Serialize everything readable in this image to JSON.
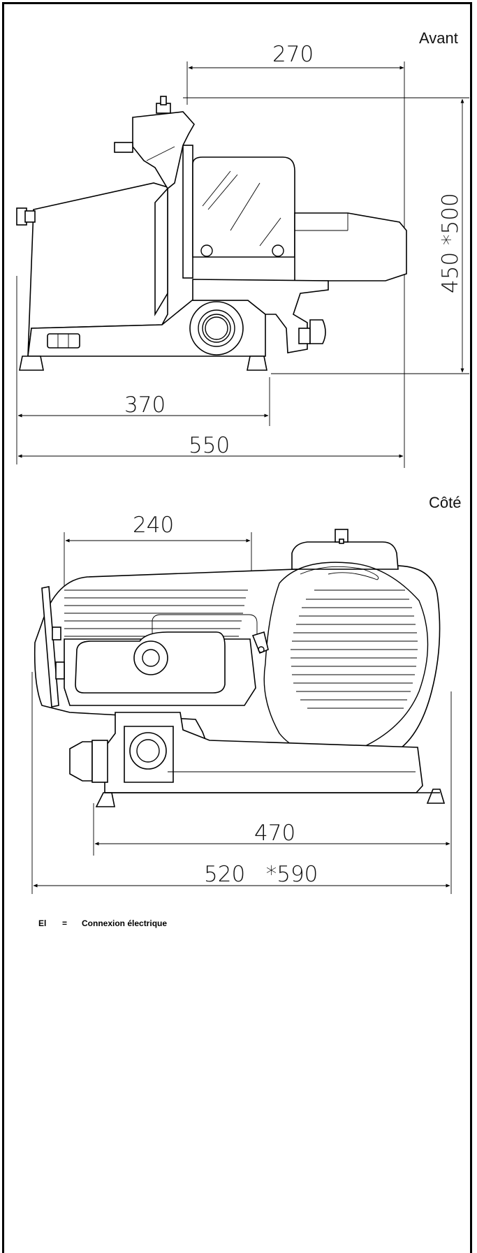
{
  "views": {
    "front": {
      "label": "Avant",
      "dims": {
        "width_top": "270",
        "height": "450  *500",
        "width_mid": "370",
        "width_total": "550"
      }
    },
    "side": {
      "label": "Côté",
      "dims": {
        "width_top": "240",
        "width_mid": "470",
        "width_total": "520   *590"
      }
    }
  },
  "legend": {
    "code": "El",
    "equals": "=",
    "text": "Connexion électrique"
  }
}
